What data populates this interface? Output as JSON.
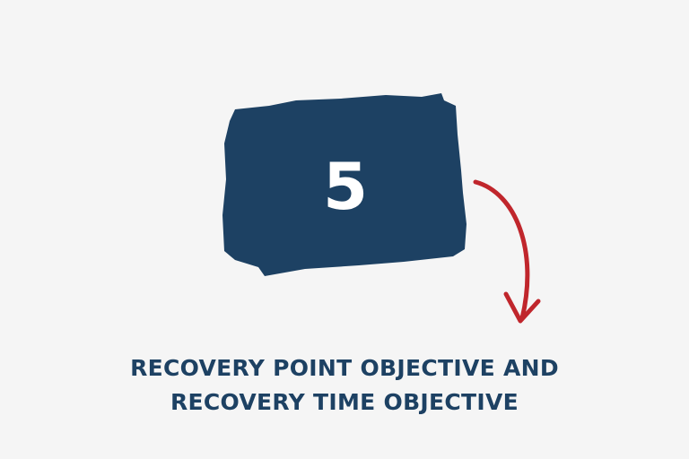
{
  "badge": {
    "number": "5",
    "fill_color": "#1d4163"
  },
  "arrow": {
    "color": "#c0262c"
  },
  "title": {
    "line1": "RECOVERY POINT OBJECTIVE AND",
    "line2": "RECOVERY TIME OBJECTIVE",
    "color": "#1d4163"
  }
}
